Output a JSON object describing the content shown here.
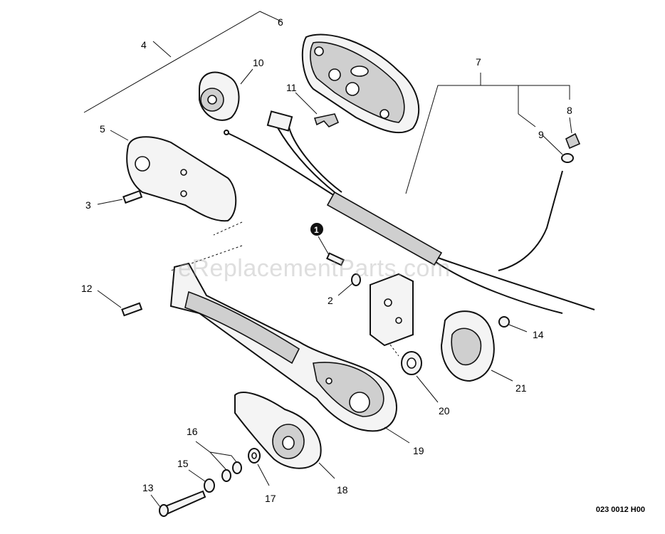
{
  "diagram": {
    "callouts": {
      "c1": "1",
      "c2": "2",
      "c3": "3",
      "c4": "4",
      "c5": "5",
      "c6": "6",
      "c7": "7",
      "c8": "8",
      "c9": "9",
      "c10": "10",
      "c11": "11",
      "c12": "12",
      "c13": "13",
      "c14": "14",
      "c15": "15",
      "c16": "16",
      "c17": "17",
      "c18": "18",
      "c19": "19",
      "c20": "20",
      "c21": "21"
    },
    "watermark": "eReplacementParts.com",
    "reference_code": "023 0012 H00"
  }
}
